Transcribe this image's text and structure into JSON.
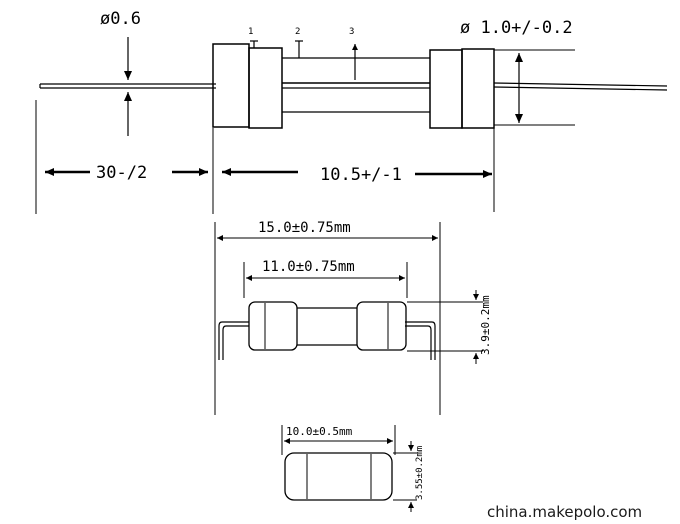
{
  "top_view": {
    "lead_diameter": "ø0.6",
    "cap_diameter": "ø 1.0+/-0.2",
    "lead_length": "30-/2",
    "body_length": "10.5+/-1",
    "callouts": [
      "1",
      "2",
      "3"
    ]
  },
  "middle_view": {
    "overall_length": "15.0±0.75mm",
    "body_length": "11.0±0.75mm",
    "diameter": "3.9±0.2mm"
  },
  "bottom_view": {
    "length": "10.0±0.5mm",
    "diameter": "3.55±0.2mm"
  },
  "watermark": "china.makepolo.com"
}
